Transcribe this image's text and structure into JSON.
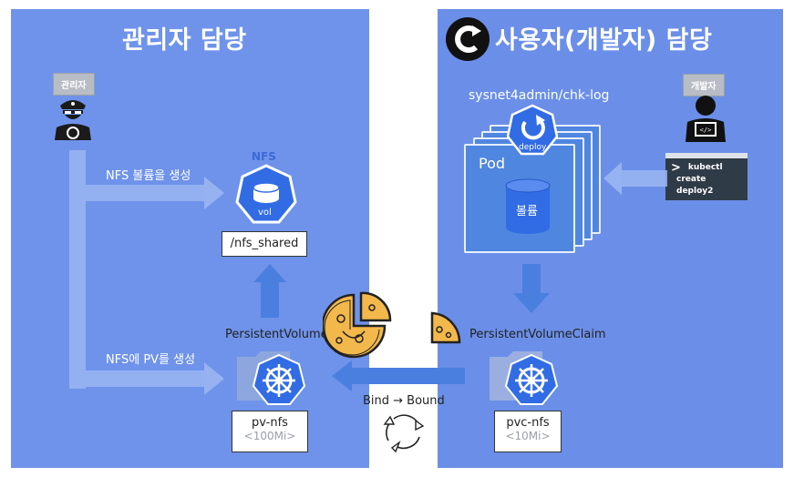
{
  "left": {
    "title": "관리자 담당",
    "role_badge": "관리자",
    "create_volume_label": "NFS 볼륨을 생성",
    "create_pv_label": "NFS에 PV를 생성",
    "nfs_title": "NFS",
    "nfs_vol_label": "vol",
    "nfs_path": "/nfs_shared",
    "pv_label": "PersistentVolume",
    "pv_name": "pv-nfs",
    "pv_size": "<100Mi>"
  },
  "right": {
    "title": "사용자(개발자) 담당",
    "role_badge": "개발자",
    "image_name": "sysnet4admin/chk-log",
    "deploy_label": "deploy",
    "pod_label": "Pod",
    "volume_label": "볼륨",
    "terminal_prompt": ">",
    "terminal_line1": "kubectl",
    "terminal_line2": "create deploy2",
    "pvc_label": "PersistentVolumeClaim",
    "pvc_name": "pvc-nfs",
    "pvc_size": "<10Mi>"
  },
  "middle": {
    "bind_label": "Bind → Bound"
  },
  "colors": {
    "left_panel": "#6f93ea",
    "right_panel": "#6b8fe8",
    "k8s_blue": "#326ce5",
    "arrow_blue": "#4a7fe0",
    "pizza": "#f2b84b"
  }
}
